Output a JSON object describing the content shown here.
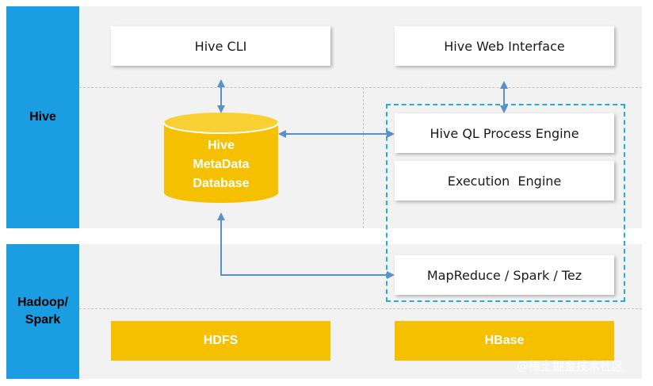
{
  "layers": {
    "hive": {
      "label": "Hive"
    },
    "hadoop": {
      "label_line1": "Hadoop/",
      "label_line2": "Spark"
    }
  },
  "components": {
    "hive_cli": "Hive CLI",
    "hive_web": "Hive Web Interface",
    "metadata_db": {
      "line1": "Hive",
      "line2": "MetaData",
      "line3": "Database"
    },
    "hiveql_engine": "Hive QL Process Engine",
    "execution_engine": "Execution  Engine",
    "mapreduce": "MapReduce / Spark / Tez",
    "hdfs": "HDFS",
    "hbase": "HBase"
  },
  "watermark": "@稀土掘金技术社区",
  "colors": {
    "layer_blue": "#1a9ee1",
    "storage_yellow": "#f5c000",
    "arrow_blue": "#5b8fc9",
    "dashed_cyan": "#1fb0d9",
    "panel_gray": "#f2f2f2"
  }
}
